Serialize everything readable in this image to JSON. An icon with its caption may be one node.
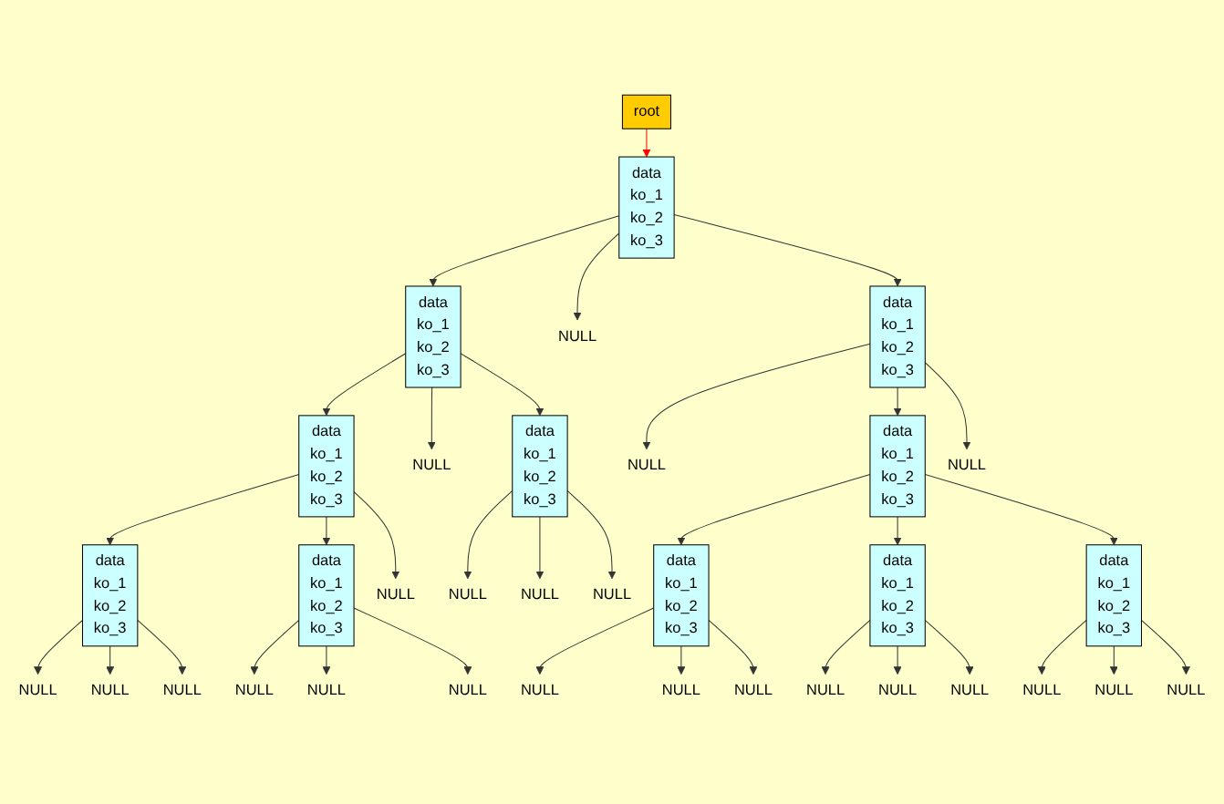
{
  "diagram": {
    "nodes": [
      {
        "text": [
          "root"
        ]
      },
      {
        "text": [
          "data",
          "ko_1",
          "ko_2",
          "ko_3"
        ]
      },
      {
        "text": [
          "data",
          "ko_1",
          "ko_2",
          "ko_3"
        ]
      },
      {
        "text": [
          "NULL"
        ]
      },
      {
        "text": [
          "data",
          "ko_1",
          "ko_2",
          "ko_3"
        ]
      },
      {
        "text": [
          "data",
          "ko_1",
          "ko_2",
          "ko_3"
        ]
      },
      {
        "text": [
          "NULL"
        ]
      },
      {
        "text": [
          "data",
          "ko_1",
          "ko_2",
          "ko_3"
        ]
      },
      {
        "text": [
          "NULL"
        ]
      },
      {
        "text": [
          "data",
          "ko_1",
          "ko_2",
          "ko_3"
        ]
      },
      {
        "text": [
          "NULL"
        ]
      },
      {
        "text": [
          "NULL"
        ]
      },
      {
        "text": [
          "NULL"
        ]
      },
      {
        "text": [
          "NULL"
        ]
      },
      {
        "text": [
          "NULL"
        ]
      },
      {
        "text": [
          "data",
          "ko_1",
          "ko_2",
          "ko_3"
        ]
      },
      {
        "text": [
          "data",
          "ko_1",
          "ko_2",
          "ko_3"
        ]
      },
      {
        "text": [
          "data",
          "ko_1",
          "ko_2",
          "ko_3"
        ]
      },
      {
        "text": [
          "data",
          "ko_1",
          "ko_2",
          "ko_3"
        ]
      },
      {
        "text": [
          "data",
          "ko_1",
          "ko_2",
          "ko_3"
        ]
      },
      {
        "text": [
          "NULL"
        ]
      },
      {
        "text": [
          "NULL"
        ]
      },
      {
        "text": [
          "NULL"
        ]
      },
      {
        "text": [
          "NULL"
        ]
      },
      {
        "text": [
          "NULL"
        ]
      },
      {
        "text": [
          "NULL"
        ]
      },
      {
        "text": [
          "NULL"
        ]
      },
      {
        "text": [
          "NULL"
        ]
      },
      {
        "text": [
          "NULL"
        ]
      },
      {
        "text": [
          "NULL"
        ]
      },
      {
        "text": [
          "NULL"
        ]
      },
      {
        "text": [
          "NULL"
        ]
      },
      {
        "text": [
          "NULL"
        ]
      },
      {
        "text": [
          "NULL"
        ]
      },
      {
        "text": [
          "NULL"
        ]
      }
    ],
    "edges": [
      {
        "from": 0,
        "to": 1,
        "arrow": "to",
        "color": "#ff0000"
      },
      {
        "from": 1,
        "to": 2,
        "arrow": "to"
      },
      {
        "from": 1,
        "to": 3,
        "arrow": "to"
      },
      {
        "from": 1,
        "to": 4,
        "arrow": "to"
      },
      {
        "from": 2,
        "to": 5,
        "arrow": "to"
      },
      {
        "from": 2,
        "to": 6,
        "arrow": "to"
      },
      {
        "from": 2,
        "to": 7,
        "arrow": "to"
      },
      {
        "from": 4,
        "to": 8,
        "arrow": "to"
      },
      {
        "from": 4,
        "to": 9,
        "arrow": "to"
      },
      {
        "from": 4,
        "to": 10,
        "arrow": "to"
      },
      {
        "from": 5,
        "to": 15,
        "arrow": "to"
      },
      {
        "from": 5,
        "to": 16,
        "arrow": "to"
      },
      {
        "from": 5,
        "to": 11,
        "arrow": "to"
      },
      {
        "from": 7,
        "to": 12,
        "arrow": "to"
      },
      {
        "from": 7,
        "to": 13,
        "arrow": "to"
      },
      {
        "from": 7,
        "to": 14,
        "arrow": "to"
      },
      {
        "from": 9,
        "to": 17,
        "arrow": "to"
      },
      {
        "from": 9,
        "to": 18,
        "arrow": "to"
      },
      {
        "from": 9,
        "to": 19,
        "arrow": "to"
      },
      {
        "from": 15,
        "to": 20,
        "arrow": "to"
      },
      {
        "from": 15,
        "to": 21,
        "arrow": "to"
      },
      {
        "from": 15,
        "to": 22,
        "arrow": "to"
      },
      {
        "from": 16,
        "to": 23,
        "arrow": "to"
      },
      {
        "from": 16,
        "to": 24,
        "arrow": "to"
      },
      {
        "from": 16,
        "to": 25,
        "arrow": "to"
      },
      {
        "from": 17,
        "to": 26,
        "arrow": "to"
      },
      {
        "from": 17,
        "to": 27,
        "arrow": "to"
      },
      {
        "from": 17,
        "to": 28,
        "arrow": "to"
      },
      {
        "from": 18,
        "to": 29,
        "arrow": "to"
      },
      {
        "from": 18,
        "to": 30,
        "arrow": "to"
      },
      {
        "from": 18,
        "to": 31,
        "arrow": "to"
      },
      {
        "from": 19,
        "to": 32,
        "arrow": "to"
      },
      {
        "from": 19,
        "to": 33,
        "arrow": "to"
      },
      {
        "from": 19,
        "to": 34,
        "arrow": "to"
      }
    ]
  }
}
